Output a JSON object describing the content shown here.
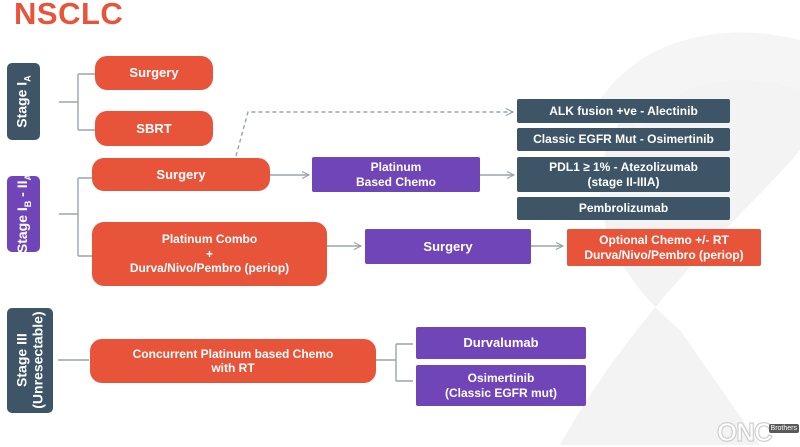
{
  "title": "NSCLC",
  "colors": {
    "orange": "#e8543a",
    "purple": "#6f45b7",
    "slate": "#3d5566",
    "connector": "#9aa4ad"
  },
  "stages": [
    {
      "main": "Stage I",
      "sub": "A"
    },
    {
      "main": "Stage I",
      "sub": "B",
      "mid": " - II",
      "sub2": "A"
    },
    {
      "line1": "Stage III",
      "line2": "(Unresectable)"
    }
  ],
  "nodes": {
    "surgery_1a": "Surgery",
    "sbrt": "SBRT",
    "surgery_1b": "Surgery",
    "platinum_chemo": "Platinum\nBased Chemo",
    "alk": "ALK fusion +ve - Alectinib",
    "egfr": "Classic EGFR Mut - Osimertinib",
    "pdl1": "PDL1 ≥ 1% - Atezolizumab\n(stage II-IIIA)",
    "pembro": "Pembrolizumab",
    "platinum_combo": "Platinum Combo\n+\nDurva/Nivo/Pembro (periop)",
    "surgery_2": "Surgery",
    "optional_chemo": "Optional Chemo +/- RT\nDurva/Nivo/Pembro (periop)",
    "concurrent": "Concurrent Platinum based Chemo\nwith RT",
    "durvalumab": "Durvalumab",
    "osimertinib": "Osimertinib\n(Classic EGFR mut)"
  },
  "logo": {
    "text": "ONC",
    "sub": "Brothers"
  }
}
